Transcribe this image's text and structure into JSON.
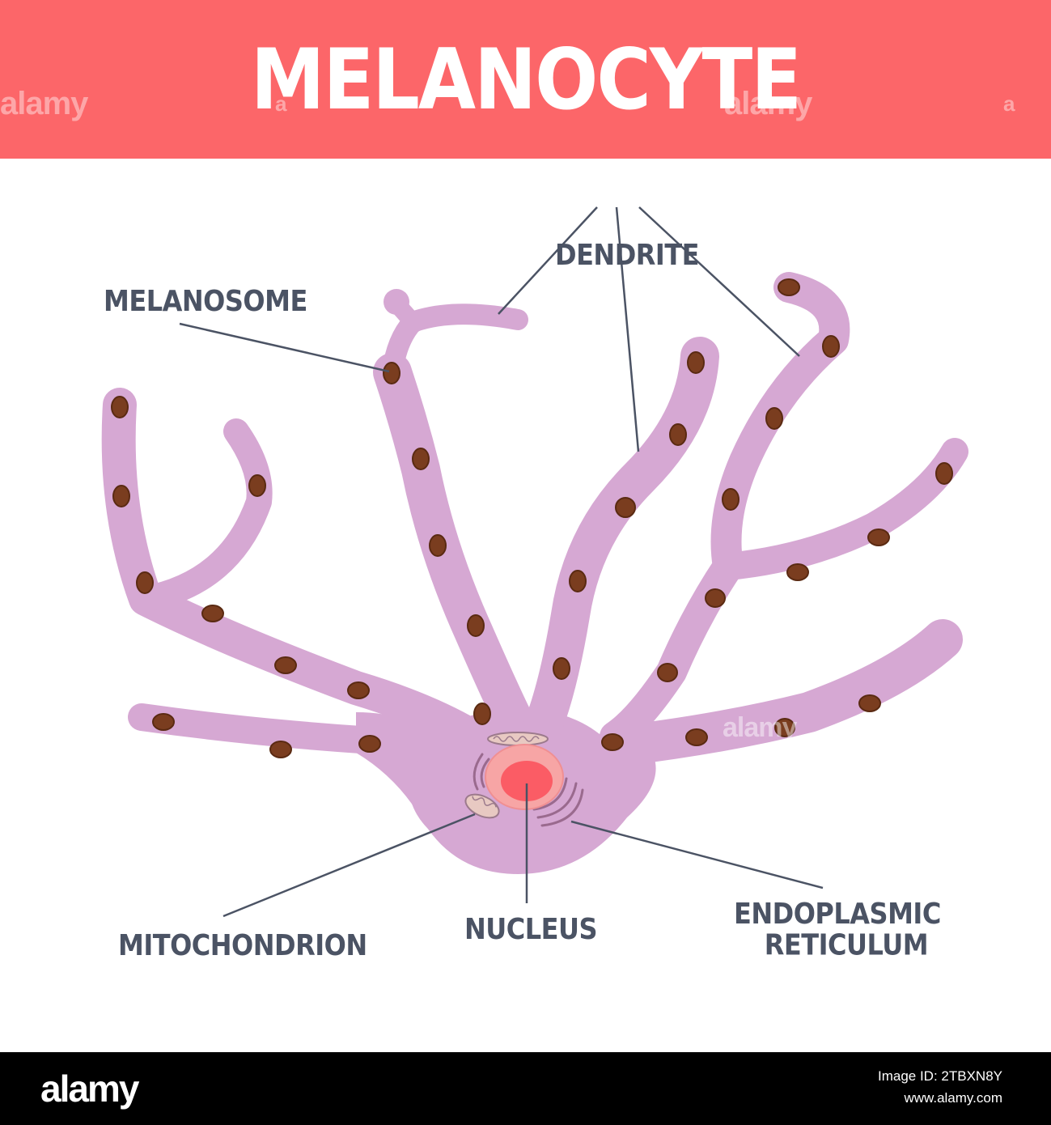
{
  "header": {
    "title": "MELANOCYTE",
    "watermark": "alamy",
    "watermark_mark": "a",
    "background_color": "#fc6669"
  },
  "diagram": {
    "cell_color": "#d6a8d3",
    "melanosome_color": "#7a3d1f",
    "nucleus_color": "#fb5c65",
    "nucleus_halo_color": "#f7a5a5",
    "line_color": "#4b5364",
    "labels": {
      "dendrite": "DENDRITE",
      "melanosome": "MELANOSOME",
      "mitochondrion": "MITOCHONDRION",
      "nucleus": "NUCLEUS",
      "endoplasmic_line1": "ENDOPLASMIC",
      "endoplasmic_line2": "RETICULUM"
    },
    "watermark": "alamy"
  },
  "footer": {
    "logo": "alamy",
    "image_id_label": "Image ID: 2TBXN8Y",
    "website": "www.alamy.com"
  }
}
